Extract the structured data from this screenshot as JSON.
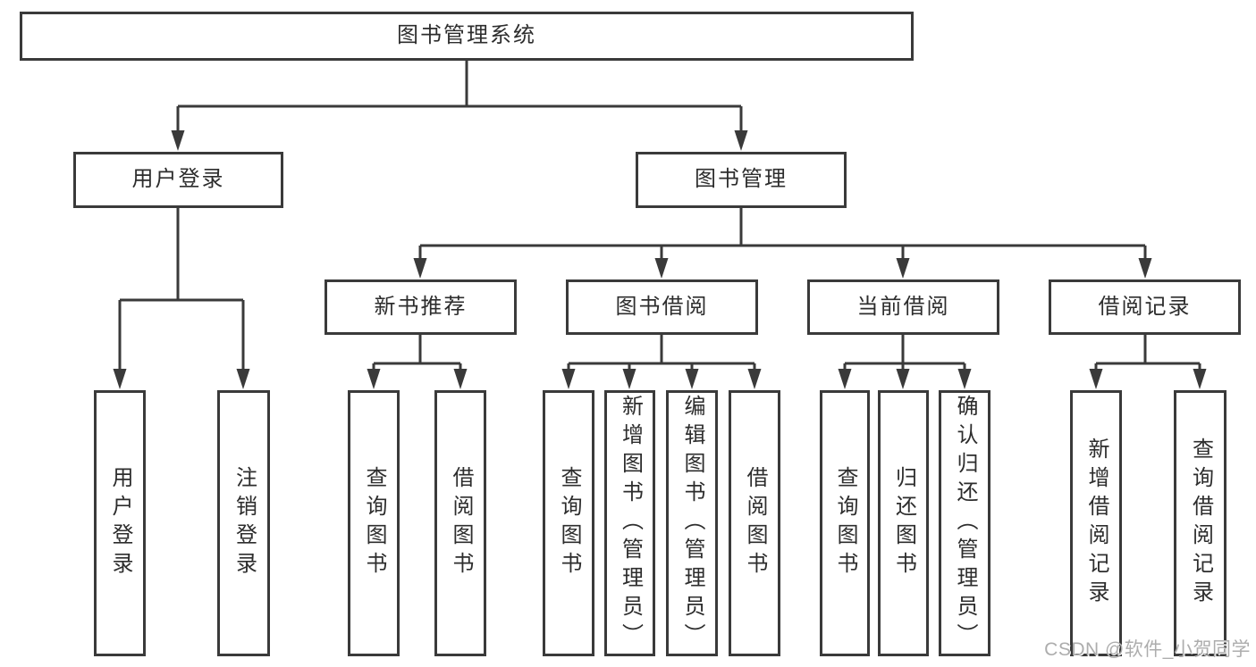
{
  "diagram": {
    "tree": {
      "label": "图书管理系统",
      "children": [
        {
          "label": "用户登录",
          "children": [
            {
              "label": "用户登录"
            },
            {
              "label": "注销登录"
            }
          ]
        },
        {
          "label": "图书管理",
          "children": [
            {
              "label": "新书推荐",
              "children": [
                {
                  "label": "查询图书"
                },
                {
                  "label": "借阅图书"
                }
              ]
            },
            {
              "label": "图书借阅",
              "children": [
                {
                  "label": "查询图书"
                },
                {
                  "label": "新增图书（管理员）"
                },
                {
                  "label": "编辑图书（管理员）"
                },
                {
                  "label": "借阅图书"
                }
              ]
            },
            {
              "label": "当前借阅",
              "children": [
                {
                  "label": "查询图书"
                },
                {
                  "label": "归还图书"
                },
                {
                  "label": "确认归还（管理员）"
                }
              ]
            },
            {
              "label": "借阅记录",
              "children": [
                {
                  "label": "新增借阅记录"
                },
                {
                  "label": "查询借阅记录"
                }
              ]
            }
          ]
        }
      ]
    }
  },
  "watermark": {
    "text": "CSDN @软件_小贺同学"
  },
  "colors": {
    "line": "#3a3a3a",
    "box_border": "#3a3a3a",
    "text": "#2d2d2d",
    "background": "#ffffff",
    "watermark": "#adadad"
  }
}
